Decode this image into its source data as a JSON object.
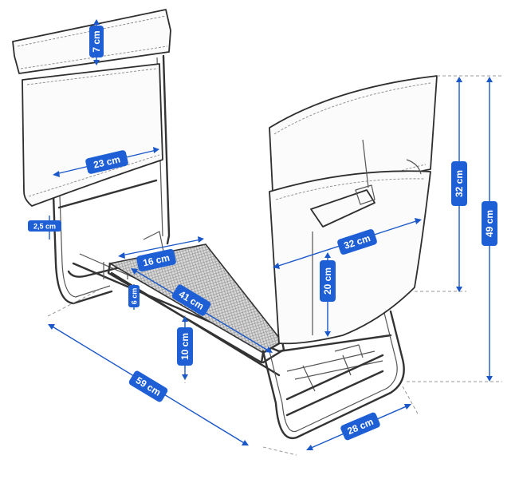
{
  "dimensions": [
    {
      "id": "strap-height",
      "label": "7 cm"
    },
    {
      "id": "left-frame-width",
      "label": "23 cm"
    },
    {
      "id": "tube-diameter",
      "label": "2,5 cm"
    },
    {
      "id": "pad-width",
      "label": "16 cm"
    },
    {
      "id": "pad-length",
      "label": "41 cm"
    },
    {
      "id": "pad-thickness",
      "label": "6 cm"
    },
    {
      "id": "seat-height",
      "label": "10 cm"
    },
    {
      "id": "total-length",
      "label": "59 cm"
    },
    {
      "id": "base-width",
      "label": "28 cm"
    },
    {
      "id": "bag-width",
      "label": "32 cm"
    },
    {
      "id": "bag-height",
      "label": "32 cm"
    },
    {
      "id": "pocket-height",
      "label": "20 cm"
    },
    {
      "id": "total-height",
      "label": "49 cm"
    }
  ],
  "colors": {
    "badge": "#1e5fd6",
    "badge_text": "#ffffff",
    "dimension_line": "#1a57c8",
    "outline": "#333333"
  }
}
